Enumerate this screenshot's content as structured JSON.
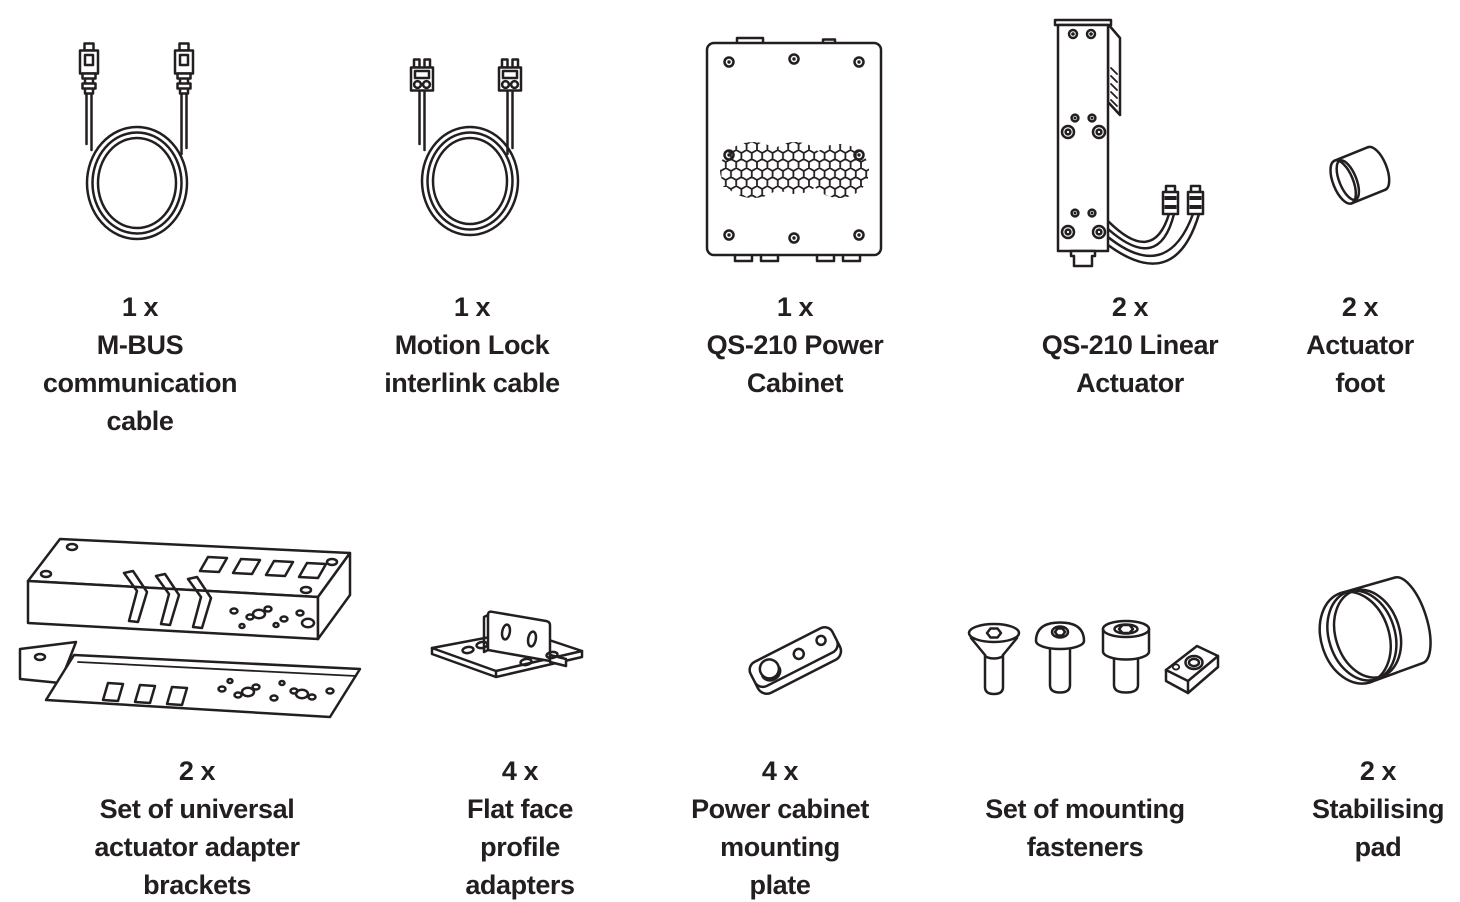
{
  "colors": {
    "ink": "#231f20",
    "background": "#ffffff"
  },
  "items": [
    {
      "id": "mbus-cable",
      "illustration": "coiled-cable-rj45-line-art",
      "qty": "1 x",
      "label_lines": [
        "M-BUS",
        "communication",
        "cable"
      ]
    },
    {
      "id": "motion-lock-cable",
      "illustration": "coiled-cable-2pin-line-art",
      "qty": "1 x",
      "label_lines": [
        "Motion Lock",
        "interlink cable"
      ]
    },
    {
      "id": "power-cabinet",
      "illustration": "power-cabinet-honeycomb-vent-line-art",
      "qty": "1 x",
      "label_lines": [
        "QS-210 Power",
        "Cabinet"
      ]
    },
    {
      "id": "linear-actuator",
      "illustration": "linear-actuator-column-with-cables-line-art",
      "qty": "2 x",
      "label_lines": [
        "QS-210 Linear",
        "Actuator"
      ]
    },
    {
      "id": "actuator-foot",
      "illustration": "cylindrical-foot-cap-line-art",
      "qty": "2 x",
      "label_lines": [
        "Actuator",
        "foot"
      ]
    },
    {
      "id": "adapter-brackets",
      "illustration": "universal-adapter-brackets-line-art",
      "qty": "2 x",
      "label_lines": [
        "Set of universal",
        "actuator adapter",
        "brackets"
      ]
    },
    {
      "id": "flat-face-adapters",
      "illustration": "l-bracket-line-art",
      "qty": "4 x",
      "label_lines": [
        "Flat face",
        "profile",
        "adapters"
      ]
    },
    {
      "id": "cabinet-mounting-plate",
      "illustration": "mounting-plate-line-art",
      "qty": "4 x",
      "label_lines": [
        "Power cabinet",
        "mounting",
        "plate"
      ]
    },
    {
      "id": "mounting-fasteners",
      "illustration": "screws-and-tnut-line-art",
      "qty": "",
      "label_lines": [
        "Set of mounting",
        "fasteners"
      ]
    },
    {
      "id": "stabilising-pad",
      "illustration": "stabilising-pad-disc-line-art",
      "qty": "2 x",
      "label_lines": [
        "Stabilising",
        "pad"
      ]
    }
  ]
}
